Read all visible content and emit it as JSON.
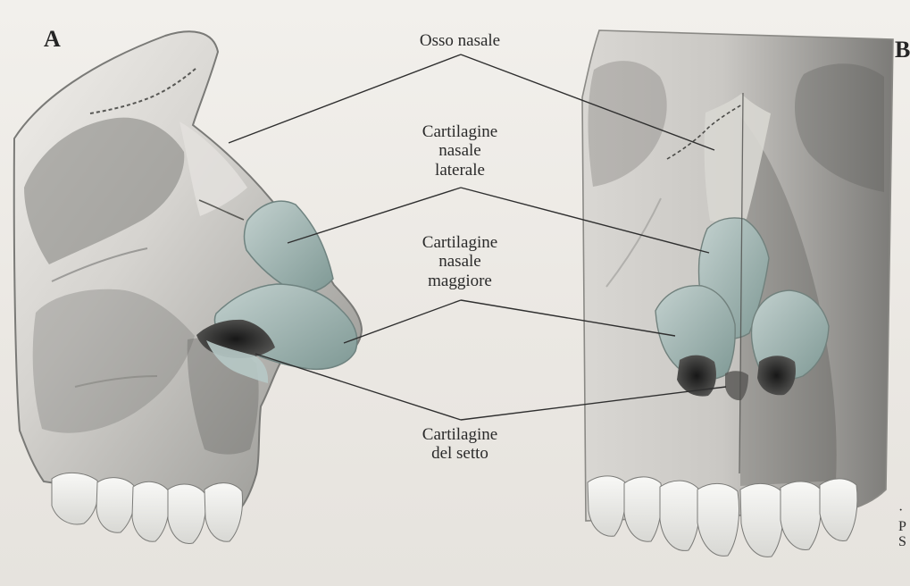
{
  "panels": {
    "left_letter": "A",
    "right_letter": "B"
  },
  "labels": {
    "osso_nasale": "Osso nasale",
    "cartilagine_laterale": "Cartilagine\nnasale\nlaterale",
    "cartilagine_maggiore": "Cartilagine\nnasale\nmaggiore",
    "cartilagine_setto": "Cartilagine\ndel setto"
  },
  "edge_caption": "·\nP\nS",
  "colors": {
    "paper": "#ece9e4",
    "ink": "#2a2a2a",
    "bone": "#d6d4cf",
    "cartilage": "#9eb5b2",
    "shadow": "#4c4c4a"
  }
}
